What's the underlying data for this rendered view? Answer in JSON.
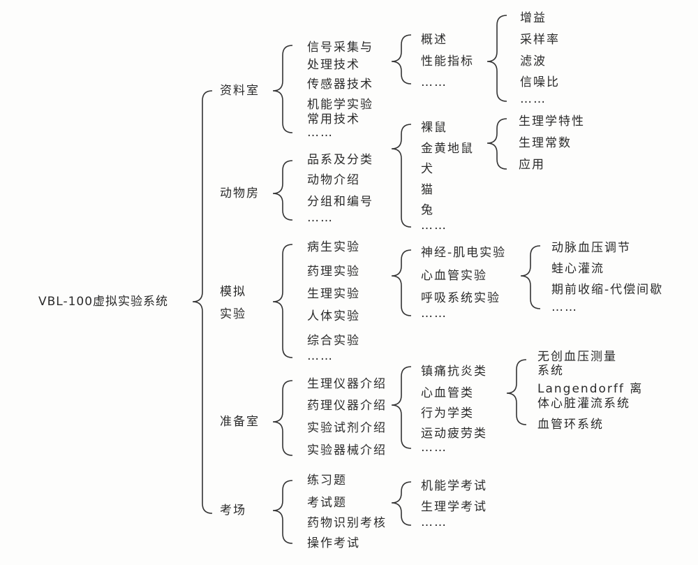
{
  "root": "VBL-100虚拟实验系统",
  "level1": [
    "资料室",
    "动物房",
    "模拟",
    "实验",
    "准备室",
    "考场"
  ],
  "ziliaoshi": [
    "信号采集与",
    "处理技术",
    "传感器技术",
    "机能学实验",
    "常用技术",
    "……"
  ],
  "xinhao": [
    "概述",
    "性能指标",
    "……"
  ],
  "xingneng": [
    "增益",
    "采样率",
    "滤波",
    "信噪比",
    "……"
  ],
  "dongwufang": [
    "品系及分类",
    "动物介绍",
    "分组和编号",
    "……"
  ],
  "dongwu": [
    "裸鼠",
    "金黄地鼠",
    "犬",
    "猫",
    "兔",
    "……"
  ],
  "dishu": [
    "生理学特性",
    "生理常数",
    "应用"
  ],
  "moni": [
    "病生实验",
    "药理实验",
    "生理实验",
    "人体实验",
    "综合实验",
    "……"
  ],
  "shengli": [
    "神经-肌电实验",
    "心血管实验",
    "呼吸系统实验",
    "……"
  ],
  "xinxueguan": [
    "动脉血压调节",
    "蛙心灌流",
    "期前收缩-代偿间歇",
    "……"
  ],
  "zhunbeishi": [
    "生理仪器介绍",
    "药理仪器介绍",
    "实验试剂介绍",
    "实验器械介绍"
  ],
  "yaoli": [
    "镇痛抗炎类",
    "心血管类",
    "行为学类",
    "运动疲劳类",
    "……"
  ],
  "xxgl": [
    "无创血压测量",
    "系统",
    "Langendorff 离",
    "体心脏灌流系统",
    "血管环系统"
  ],
  "kaochang": [
    "练习题",
    "考试题",
    "药物识别考核",
    "操作考试"
  ],
  "kaoshi": [
    "机能学考试",
    "生理学考试",
    "……"
  ]
}
